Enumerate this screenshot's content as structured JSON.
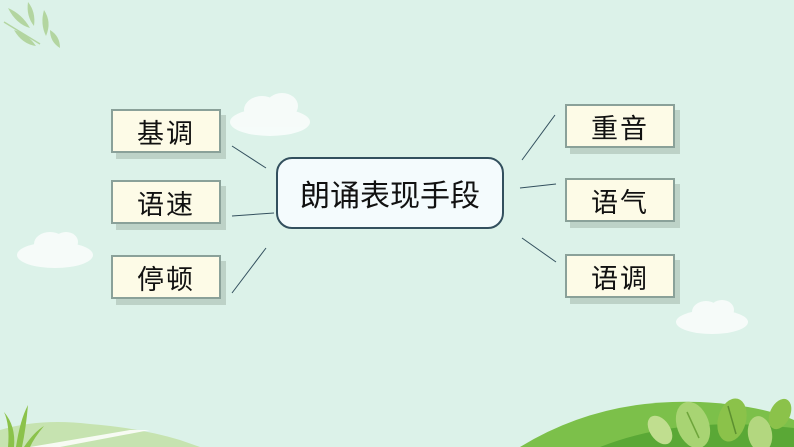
{
  "diagram": {
    "center_label": "朗诵表现手段",
    "left_items": [
      {
        "label": "基调"
      },
      {
        "label": "语速"
      },
      {
        "label": "停顿"
      }
    ],
    "right_items": [
      {
        "label": "重音"
      },
      {
        "label": "语气"
      },
      {
        "label": "语调"
      }
    ]
  },
  "colors": {
    "background": "#dcf2e9",
    "box_fill": "#fdfbe7",
    "box_border": "#8aa199",
    "center_border": "#33505e",
    "connector": "#33505e",
    "hill": "#7cc04a",
    "leaf": "#8bc24a"
  }
}
